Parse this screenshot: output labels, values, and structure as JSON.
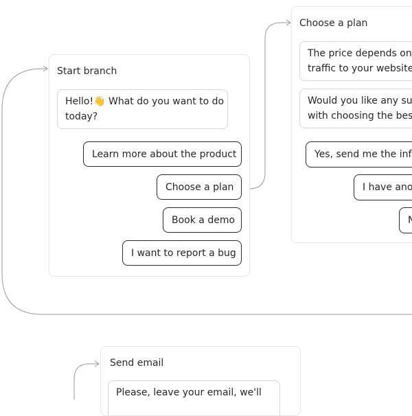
{
  "colors": {
    "connector": "#9a9a9a",
    "card_border": "#e7e7e7",
    "option_border": "#2a2a2a"
  },
  "cards": {
    "start": {
      "title": "Start branch",
      "message_line1": "Hello!👋 What do you want to do",
      "message_line2": "today?",
      "options": [
        "Learn more about the product",
        "Choose a plan",
        "Book a demo",
        "I want to report a bug"
      ]
    },
    "plan": {
      "title": "Choose a plan",
      "message1_line1": "The price depends on t",
      "message1_line2": "traffic to your website.",
      "message2_line1": "Would you like any sup",
      "message2_line2": "with choosing the best",
      "options": [
        "Yes, send me the info",
        "I have anot",
        "N"
      ]
    },
    "email": {
      "title": "Send email",
      "message_line1": "Please, leave your email, we'll"
    }
  }
}
